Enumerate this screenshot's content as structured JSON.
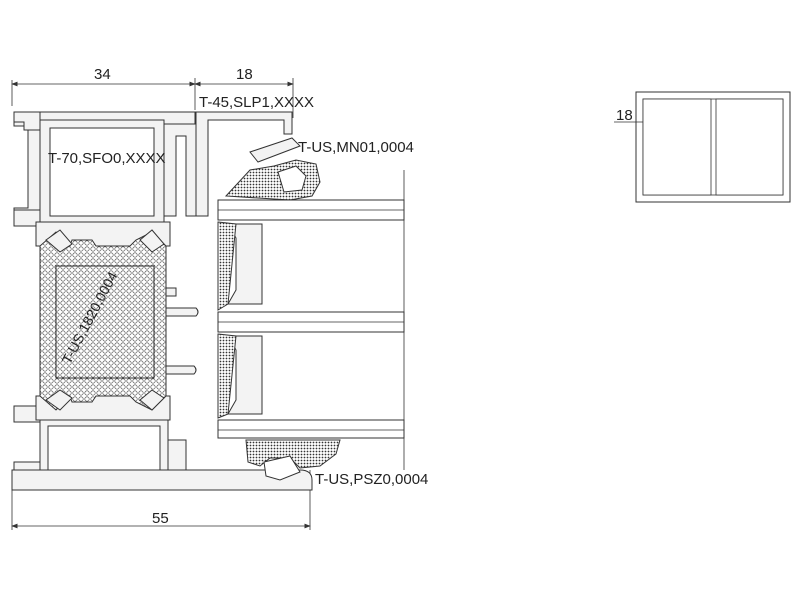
{
  "dimensions": {
    "frame_depth": "34",
    "sash_depth": "18",
    "overall_depth": "55",
    "thumbnail_dim": "18"
  },
  "callouts": {
    "sash_profile": "T-45,SLP1,XXXX",
    "frame_profile": "T-70,SFO0,XXXX",
    "top_gasket": "T-US,MN01,0004",
    "thermal_break": "T-US,1820,0004",
    "bottom_gasket": "T-US,PSZ0,0004"
  }
}
